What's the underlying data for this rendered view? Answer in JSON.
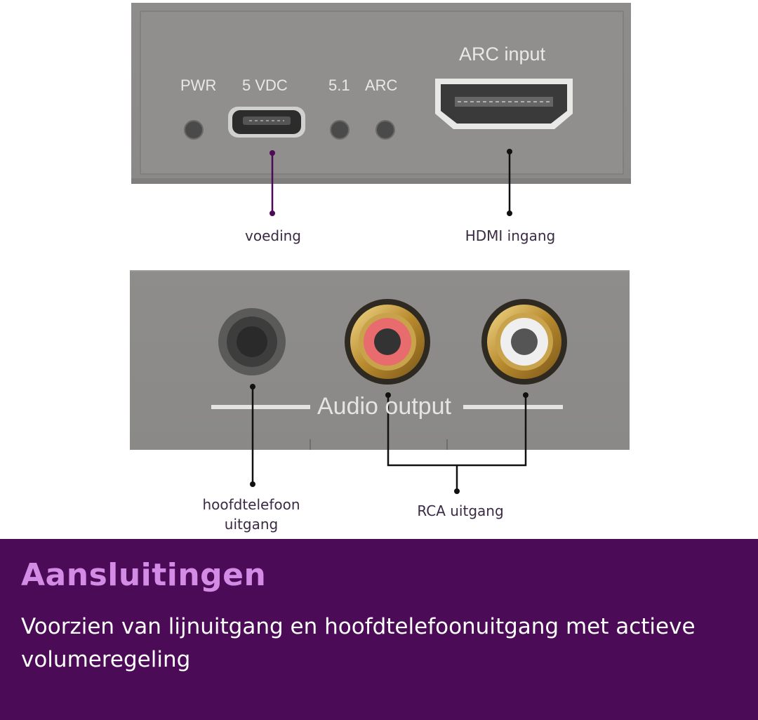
{
  "top_panel": {
    "labels": {
      "pwr": "PWR",
      "vdc": "5 VDC",
      "five_one": "5.1",
      "arc": "ARC",
      "arc_input": "ARC input"
    }
  },
  "bottom_panel": {
    "label": "Audio output"
  },
  "callouts": {
    "voeding": "voeding",
    "hdmi": "HDMI ingang",
    "headphone_line1": "hoofdtelefoon",
    "headphone_line2": "uitgang",
    "rca": "RCA uitgang"
  },
  "banner": {
    "title": "Aansluitingen",
    "text": "Voorzien van lijnuitgang en hoofdtelefoonuitgang met actieve volumeregeling"
  },
  "colors": {
    "panel": "#8f8e8c",
    "banner": "#4c0b57",
    "title": "#d48be6",
    "callout_line_purple": "#4c0b57",
    "callout_line_black": "#111111"
  }
}
